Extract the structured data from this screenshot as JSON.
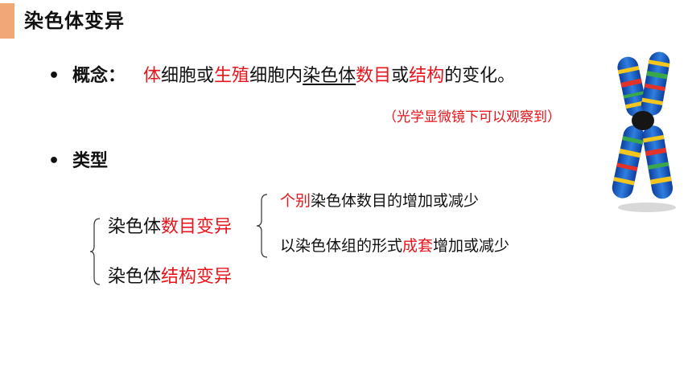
{
  "header": {
    "title": "染色体变异",
    "accent_color": "#f0a878"
  },
  "concept": {
    "bullet": "•",
    "label": "概念：",
    "parts": [
      {
        "text": "体",
        "color": "red"
      },
      {
        "text": "细胞或",
        "color": "black"
      },
      {
        "text": "生殖",
        "color": "red"
      },
      {
        "text": "细胞内",
        "color": "black"
      },
      {
        "text": "染色体",
        "color": "black_underline"
      },
      {
        "text": "数目",
        "color": "red"
      },
      {
        "text": "或",
        "color": "black"
      },
      {
        "text": "结构",
        "color": "red"
      },
      {
        "text": "的变化。",
        "color": "black"
      }
    ],
    "note": "（光学显微镜下可以观察到）"
  },
  "types": {
    "bullet": "•",
    "label": "类型",
    "number_variation": {
      "prefix": "染色体",
      "highlight": "数目变异"
    },
    "number_subtypes": [
      {
        "highlight": "个别",
        "rest": "染色体数目的增加或减少"
      },
      {
        "before": "以染色体组的形式",
        "highlight": "成套",
        "after": "增加或减少"
      }
    ],
    "structure_variation": {
      "prefix": "染色体",
      "highlight": "结构变异"
    }
  },
  "colors": {
    "red": "#e8141b",
    "text": "#111111"
  },
  "image": {
    "icon": "chromosome-icon"
  }
}
